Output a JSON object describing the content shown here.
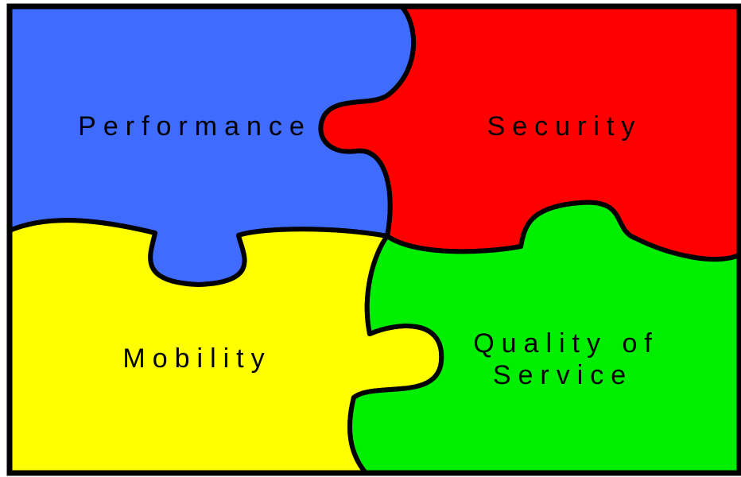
{
  "pieces": [
    {
      "id": "performance",
      "label": "Performance",
      "color": "#3f6bff"
    },
    {
      "id": "security",
      "label": "Security",
      "color": "#ff0000"
    },
    {
      "id": "mobility",
      "label": "Mobility",
      "color": "#ffff00"
    },
    {
      "id": "quality",
      "label_line1": "Quality of",
      "label_line2": "Service",
      "color": "#00ee00"
    }
  ]
}
